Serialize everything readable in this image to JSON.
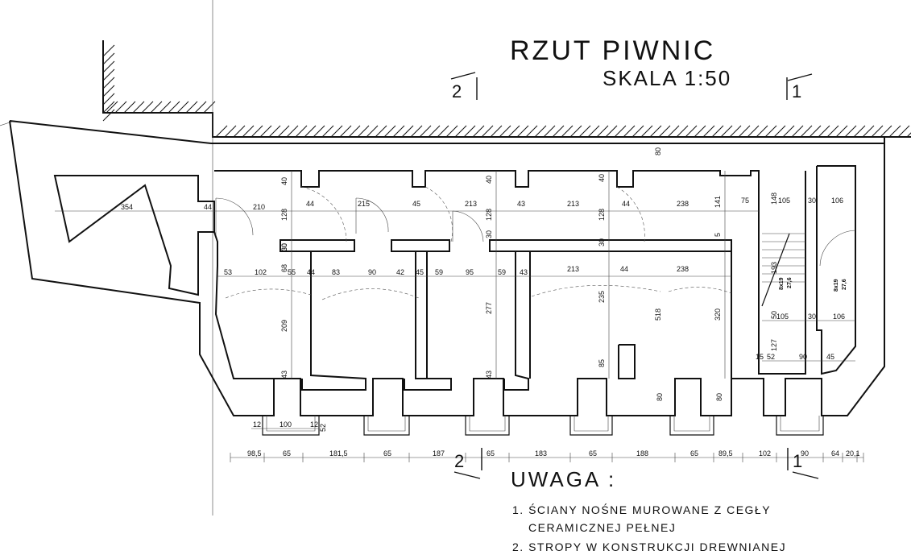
{
  "title": "RZUT PIWNIC",
  "scale": "SKALA 1:50",
  "section_marks": {
    "a": "2",
    "b": "1"
  },
  "notes": {
    "heading": "UWAGA :",
    "items": [
      "1. ŚCIANY NOŚNE MUROWANE Z CEGŁY",
      "CERAMICZNEJ PEŁNEJ",
      "2. STROPY W KONSTRUKCJI DREWNIANEJ"
    ]
  },
  "dimensions": {
    "top_row": [
      "354",
      "44",
      "210",
      "44",
      "215",
      "45",
      "213",
      "43",
      "213",
      "44",
      "238",
      "75",
      "105",
      "30",
      "106"
    ],
    "top_vertical": [
      "80",
      "40",
      "128",
      "30",
      "40",
      "128",
      "30",
      "40",
      "128",
      "30",
      "141",
      "5",
      "148"
    ],
    "middle_row": [
      "53",
      "102",
      "55",
      "44",
      "83",
      "90",
      "42",
      "45",
      "59",
      "95",
      "59",
      "43",
      "213",
      "44",
      "238"
    ],
    "middle_vertical": [
      "68",
      "30",
      "209",
      "43",
      "277",
      "43",
      "235",
      "85",
      "518",
      "320",
      "80",
      "80",
      "193",
      "50",
      "127"
    ],
    "stair_labels": [
      "8x19",
      "27,6",
      "8x19",
      "27,6"
    ],
    "stair_row": [
      "105",
      "30",
      "106",
      "15",
      "52",
      "90",
      "45"
    ],
    "window_row": [
      "12",
      "100",
      "12",
      "52"
    ],
    "bottom_row": [
      "98,5",
      "65",
      "181,5",
      "65",
      "187",
      "65",
      "183",
      "65",
      "188",
      "65",
      "89,5",
      "102",
      "90",
      "64",
      "20,1"
    ]
  }
}
